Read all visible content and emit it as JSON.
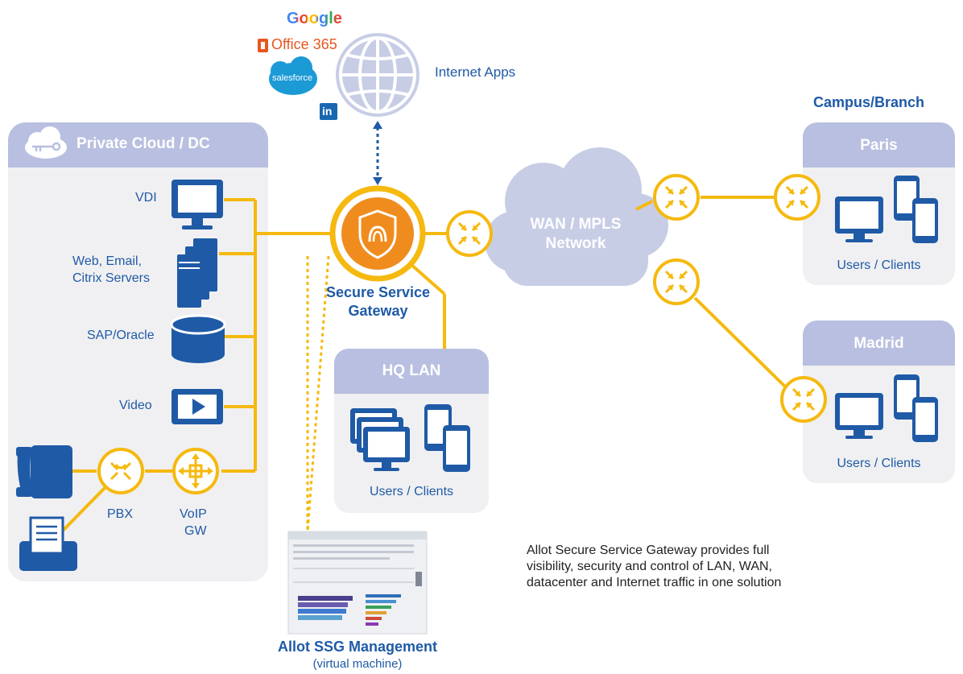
{
  "colors": {
    "accent": "#f5b90f",
    "blue": "#1f5aa6",
    "panel": "#f0f0f2",
    "header": "#b8bfe0",
    "cloud": "#c8cde6",
    "globe": "#c8cde6",
    "ssg_icon": "#f08c1e"
  },
  "internet": {
    "label": "Internet Apps",
    "logos": {
      "google": "Google",
      "office": "Office 365",
      "salesforce": "salesforce",
      "linkedin": "in"
    }
  },
  "private_cloud": {
    "title": "Private Cloud / DC",
    "items": [
      "VDI",
      "Web, Email,",
      "Citrix Servers",
      "SAP/Oracle",
      "Video"
    ],
    "pbx": "PBX",
    "voip": "VoIP",
    "voip2": "GW"
  },
  "ssg": {
    "line1": "Secure Service",
    "line2": "Gateway"
  },
  "wan": {
    "line1": "WAN / MPLS",
    "line2": "Network"
  },
  "hq": {
    "title": "HQ LAN",
    "caption": "Users / Clients"
  },
  "campus": {
    "heading": "Campus/Branch"
  },
  "paris": {
    "title": "Paris",
    "caption": "Users / Clients"
  },
  "madrid": {
    "title": "Madrid",
    "caption": "Users / Clients"
  },
  "mgmt": {
    "title": "Allot SSG Management",
    "subtitle": "(virtual machine)"
  },
  "description": {
    "line1": "Allot Secure Service Gateway provides full",
    "line2": "visibility, security and control of LAN, WAN,",
    "line3": "datacenter and Internet traffic in one solution"
  }
}
